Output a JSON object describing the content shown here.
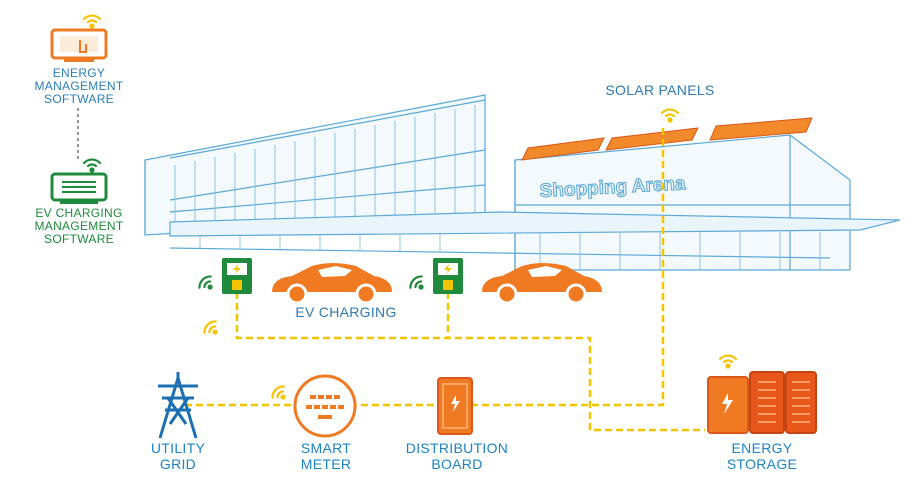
{
  "labels": {
    "energy_management_software": [
      "ENERGY",
      "MANAGEMENT",
      "SOFTWARE"
    ],
    "ev_charging_management_software": [
      "EV CHARGING",
      "MANAGEMENT",
      "SOFTWARE"
    ],
    "solar_panels": "SOLAR PANELS",
    "building_sign": "Shopping Arena",
    "ev_charging": "EV CHARGING",
    "utility_grid": [
      "UTILITY",
      "GRID"
    ],
    "smart_meter": [
      "SMART",
      "METER"
    ],
    "distribution_board": [
      "DISTRIBUTION",
      "BOARD"
    ],
    "energy_storage": [
      "ENERGY",
      "STORAGE"
    ]
  },
  "colors": {
    "orange": "#f07a22",
    "orange_dark": "#d9581a",
    "green": "#1f8a3b",
    "blue_line": "#5aa9d6",
    "yellow_line": "#f5c400",
    "label_blue": "#2a7fb8",
    "label_green": "#1e8a3a"
  },
  "icons": [
    "wifi-icon",
    "touch-screen-icon",
    "monitor-icon",
    "charging-station-icon",
    "car-icon",
    "transmission-tower-icon",
    "smart-meter-icon",
    "distribution-board-icon",
    "battery-storage-icon",
    "solar-panel-icon"
  ]
}
